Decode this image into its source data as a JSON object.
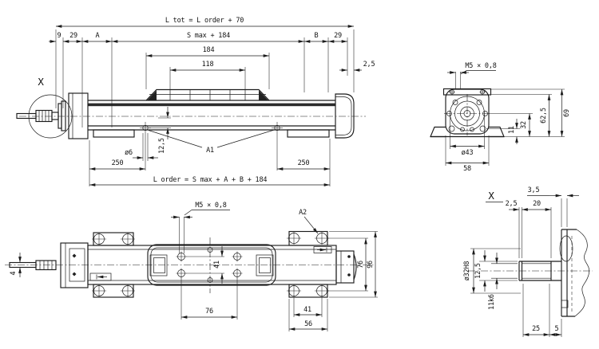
{
  "drawing": {
    "side_view": {
      "l_tot": "L tot = L order + 70",
      "d9": "9",
      "d29_left": "29",
      "dA": "A",
      "s_max": "S max + 184",
      "dB": "B",
      "d29_right": "29",
      "d184": "184",
      "d118": "118",
      "d2_5": "2,5",
      "detail_marker": "X",
      "dia6": "ø6",
      "d12_5": "12,5",
      "a1": "A1",
      "d250_left": "250",
      "d250_right": "250",
      "l_order": "L order = S max + A + B + 184"
    },
    "end_view": {
      "m5": "M5 × 0,8",
      "d62_5": "62,5",
      "d69": "69",
      "d32": "32",
      "d11": "11",
      "dia43": "ø43",
      "d58": "58"
    },
    "top_view": {
      "m5": "M5 × 0,8",
      "a2": "A2",
      "d41_carriage": "41",
      "d76_carriage": "76",
      "d76_feet": "76",
      "d96": "96",
      "d41_feet": "41",
      "d56": "56",
      "d4": "4"
    },
    "detail_view": {
      "marker": "X",
      "d2_5": "2,5",
      "d20": "20",
      "d3_5": "3,5",
      "dia32": "ø32H8",
      "d12_5": "12,5",
      "d11k6": "11k6",
      "d25": "25",
      "d5": "5"
    }
  },
  "colors": {
    "line": "#1c1c1c",
    "background": "#ffffff"
  }
}
